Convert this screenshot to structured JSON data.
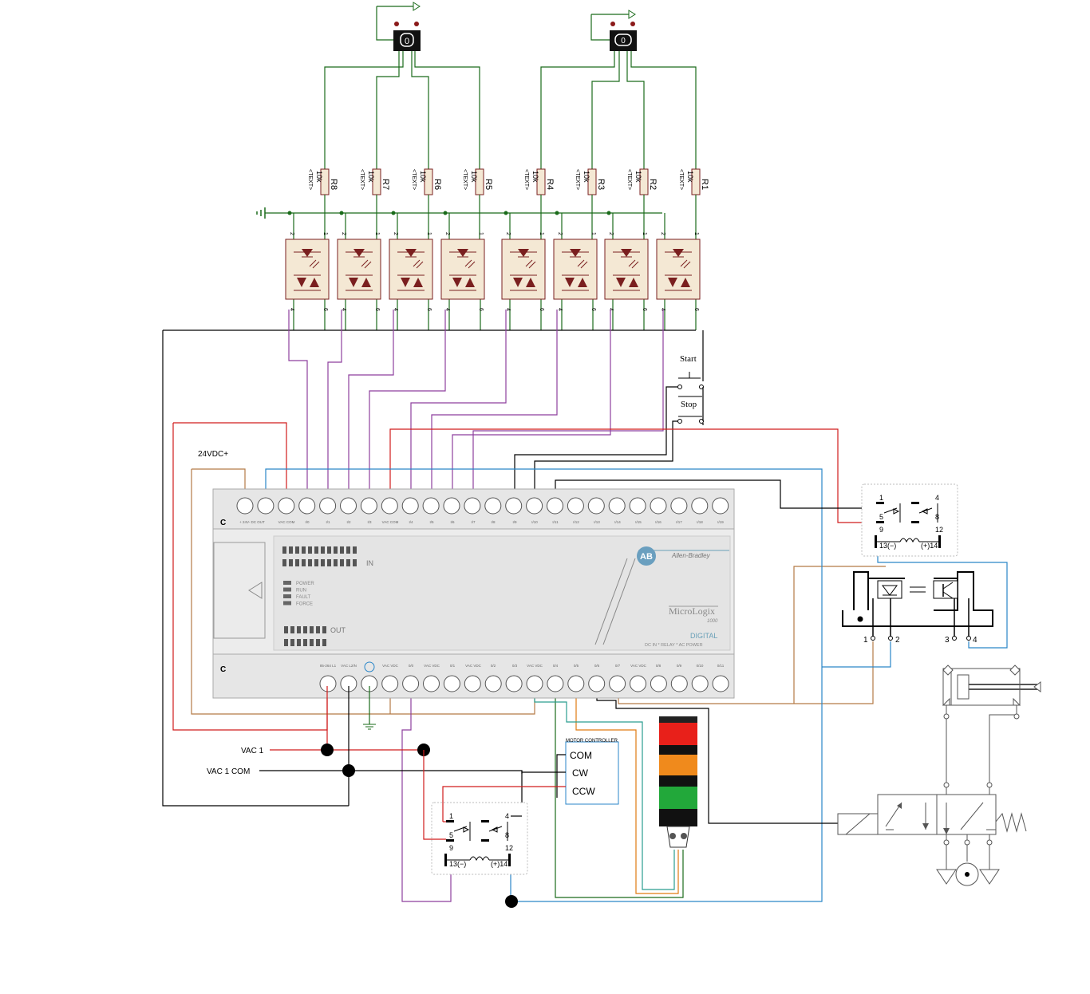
{
  "sensors": {
    "sensor_left_digit": "0",
    "sensor_right_digit": "0"
  },
  "resistors": [
    {
      "name": "R8",
      "value": "10k",
      "text": "<TEXT>"
    },
    {
      "name": "R7",
      "value": "10k",
      "text": "<TEXT>"
    },
    {
      "name": "R6",
      "value": "10k",
      "text": "<TEXT>"
    },
    {
      "name": "R5",
      "value": "10k",
      "text": "<TEXT>"
    },
    {
      "name": "R4",
      "value": "10k",
      "text": "<TEXT>"
    },
    {
      "name": "R3",
      "value": "10k",
      "text": "<TEXT>"
    },
    {
      "name": "R2",
      "value": "10k",
      "text": "<TEXT>"
    },
    {
      "name": "R1",
      "value": "10k",
      "text": "<TEXT>"
    }
  ],
  "optocoupler_pins": {
    "top_left": "2",
    "top_right": "1",
    "bottom_left": "4",
    "bottom_right": "6"
  },
  "buttons": {
    "start": "Start",
    "stop": "Stop"
  },
  "labels": {
    "supply_24vdc": "24VDC+",
    "vac1": "VAC 1",
    "vac1_com": "VAC 1 COM"
  },
  "plc": {
    "brand": "Allen-Bradley",
    "logo": "AB",
    "model": "MicroLogix",
    "model_number": "1000",
    "type": "DIGITAL",
    "subtitle": "DC IN * RELAY * AC POWER",
    "in_label": "IN",
    "out_label": "OUT",
    "status_leds": [
      "POWER",
      "RUN",
      "FAULT",
      "FORCE"
    ],
    "c_top": "C",
    "c_bottom": "C",
    "top_terminals": [
      "+ 24V- DC OUT",
      "VAC COM",
      "I/0",
      "I/1",
      "I/2",
      "I/3",
      "VAC COM",
      "I/4",
      "I/5",
      "I/6",
      "I/7",
      "I/8",
      "I/9",
      "I/10",
      "I/11",
      "I/12",
      "I/13",
      "I/14",
      "I/15",
      "I/16",
      "I/17",
      "I/18",
      "I/19"
    ],
    "bottom_terminals": [
      "85-264 L1",
      "VAC L2/N",
      "VAC VDC",
      "0/0",
      "VAC VDC",
      "0/1",
      "VAC VDC",
      "0/2",
      "0/3",
      "VAC VDC",
      "0/4",
      "0/5",
      "0/6",
      "0/7",
      "VAC VDC",
      "0/8",
      "0/9",
      "0/10",
      "0/11"
    ]
  },
  "relay_top": {
    "pins": [
      "1",
      "4",
      "5",
      "8",
      "9",
      "12"
    ],
    "coil_neg": "13(−)",
    "coil_pos": "(+)14"
  },
  "relay_bottom": {
    "pins": [
      "1",
      "4",
      "5",
      "8",
      "9",
      "12"
    ],
    "coil_neg": "13(−)",
    "coil_pos": "(+)14"
  },
  "opto_module": {
    "pins": [
      "1",
      "2",
      "3",
      "4"
    ]
  },
  "motor_controller": {
    "title": "MOTOR CONTROLLER",
    "terminals": [
      "COM",
      "CW",
      "CCW"
    ]
  },
  "tower_light": {
    "colors": [
      "#e8201a",
      "#f08a1c",
      "#22a83a"
    ]
  }
}
